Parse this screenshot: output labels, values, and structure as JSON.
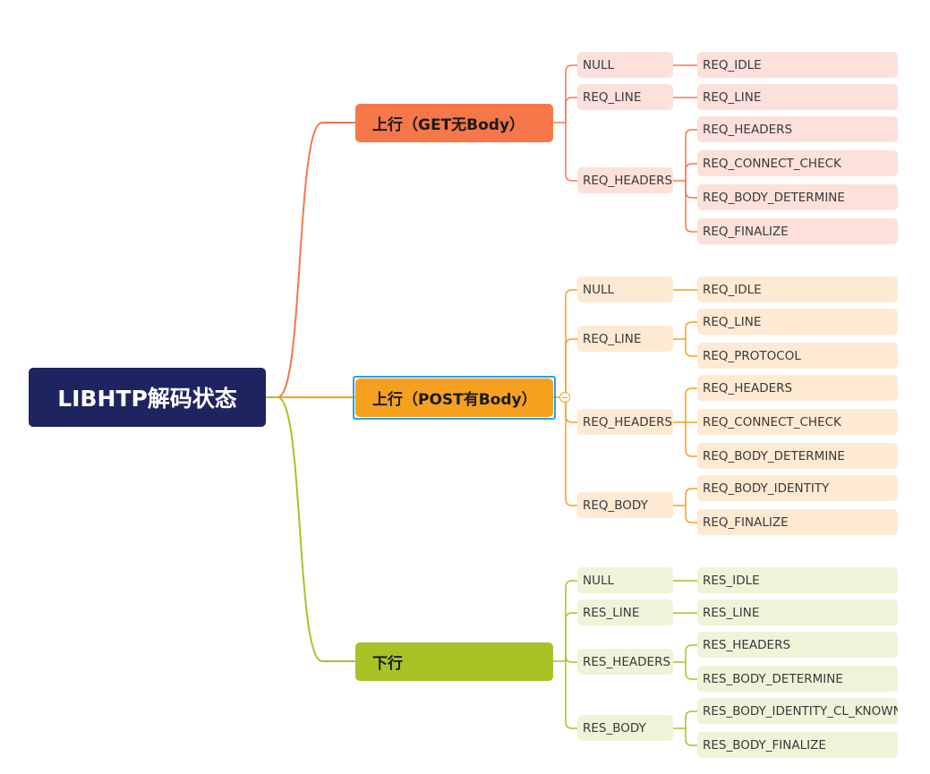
{
  "root": {
    "label": "LIBHTP解码状态"
  },
  "branches": [
    {
      "label": "上行（GET无Body）",
      "color": "#f5774a",
      "fill": "#fde0da",
      "children": [
        {
          "label": "NULL",
          "children": [
            "REQ_IDLE"
          ]
        },
        {
          "label": "REQ_LINE",
          "children": [
            "REQ_LINE"
          ]
        },
        {
          "label": "REQ_HEADERS",
          "children": [
            "REQ_HEADERS",
            "REQ_CONNECT_CHECK",
            "REQ_BODY_DETERMINE",
            "REQ_FINALIZE"
          ]
        }
      ]
    },
    {
      "label": "上行（POST有Body）",
      "color": "#f5a11f",
      "fill": "#feead3",
      "selected": true,
      "children": [
        {
          "label": "NULL",
          "children": [
            "REQ_IDLE"
          ]
        },
        {
          "label": "REQ_LINE",
          "children": [
            "REQ_LINE",
            "REQ_PROTOCOL"
          ]
        },
        {
          "label": "REQ_HEADERS",
          "children": [
            "REQ_HEADERS",
            "REQ_CONNECT_CHECK",
            "REQ_BODY_DETERMINE"
          ]
        },
        {
          "label": "REQ_BODY",
          "children": [
            "REQ_BODY_IDENTITY",
            "REQ_FINALIZE"
          ]
        }
      ]
    },
    {
      "label": "下行",
      "color": "#abc226",
      "fill": "#eff3d8",
      "children": [
        {
          "label": "NULL",
          "children": [
            "RES_IDLE"
          ]
        },
        {
          "label": "RES_LINE",
          "children": [
            "RES_LINE"
          ]
        },
        {
          "label": "RES_HEADERS",
          "children": [
            "RES_HEADERS",
            "RES_BODY_DETERMINE"
          ]
        },
        {
          "label": "RES_BODY",
          "children": [
            "RES_BODY_IDENTITY_CL_KNOWN",
            "RES_BODY_FINALIZE"
          ]
        }
      ]
    }
  ]
}
